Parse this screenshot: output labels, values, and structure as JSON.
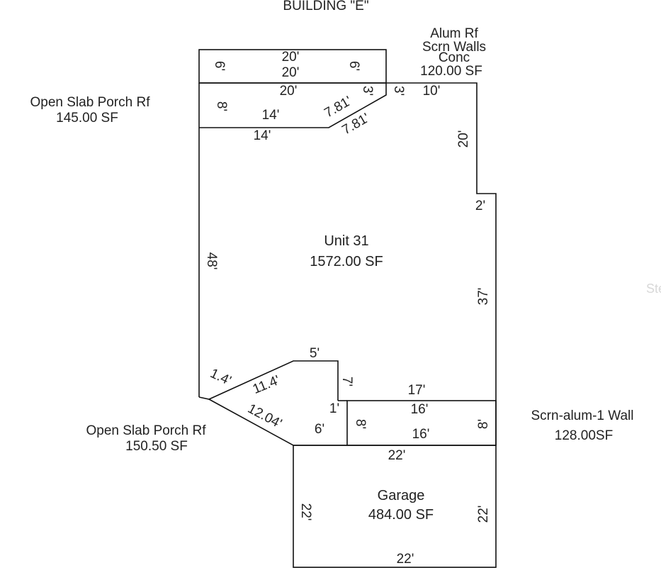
{
  "title": "BUILDING \"E\"",
  "watermark": "Stel",
  "areas": {
    "alum": [
      "Alum Rf",
      "Scrn Walls",
      "Conc",
      "120.00 SF"
    ],
    "porch_top": [
      "Open Slab Porch Rf",
      "145.00 SF"
    ],
    "unit": [
      "Unit 31",
      "1572.00 SF"
    ],
    "porch_bottom": [
      "Open Slab Porch Rf",
      "150.50 SF"
    ],
    "scrn": [
      "Scrn-alum-1 Wall",
      "128.00SF"
    ],
    "garage": [
      "Garage",
      "484.00 SF"
    ]
  },
  "dims": {
    "d20_top": "20'",
    "d20_mid": "20'",
    "d6_left": "6'",
    "d6_right": "6'",
    "d20_porch": "20'",
    "d8_porch": "8'",
    "d14_in": "14'",
    "d14_out": "14'",
    "d781_in": "7.81'",
    "d781_out": "7.81'",
    "d3_a": "3'",
    "d3_b": "3'",
    "d10": "10'",
    "d20_right": "20'",
    "d2": "2'",
    "d48": "48'",
    "d37": "37'",
    "d5": "5'",
    "d7": "7'",
    "d14_diag": "1.4'",
    "d114": "11.4'",
    "d1204": "12.04'",
    "d1": "1'",
    "d6_porch": "6'",
    "d17": "17'",
    "d16_top": "16'",
    "d16_bot": "16'",
    "d8_scrn_l": "8'",
    "d8_scrn_r": "8'",
    "d22_top": "22'",
    "d22_left": "22'",
    "d22_right": "22'",
    "d22_bot": "22'"
  }
}
